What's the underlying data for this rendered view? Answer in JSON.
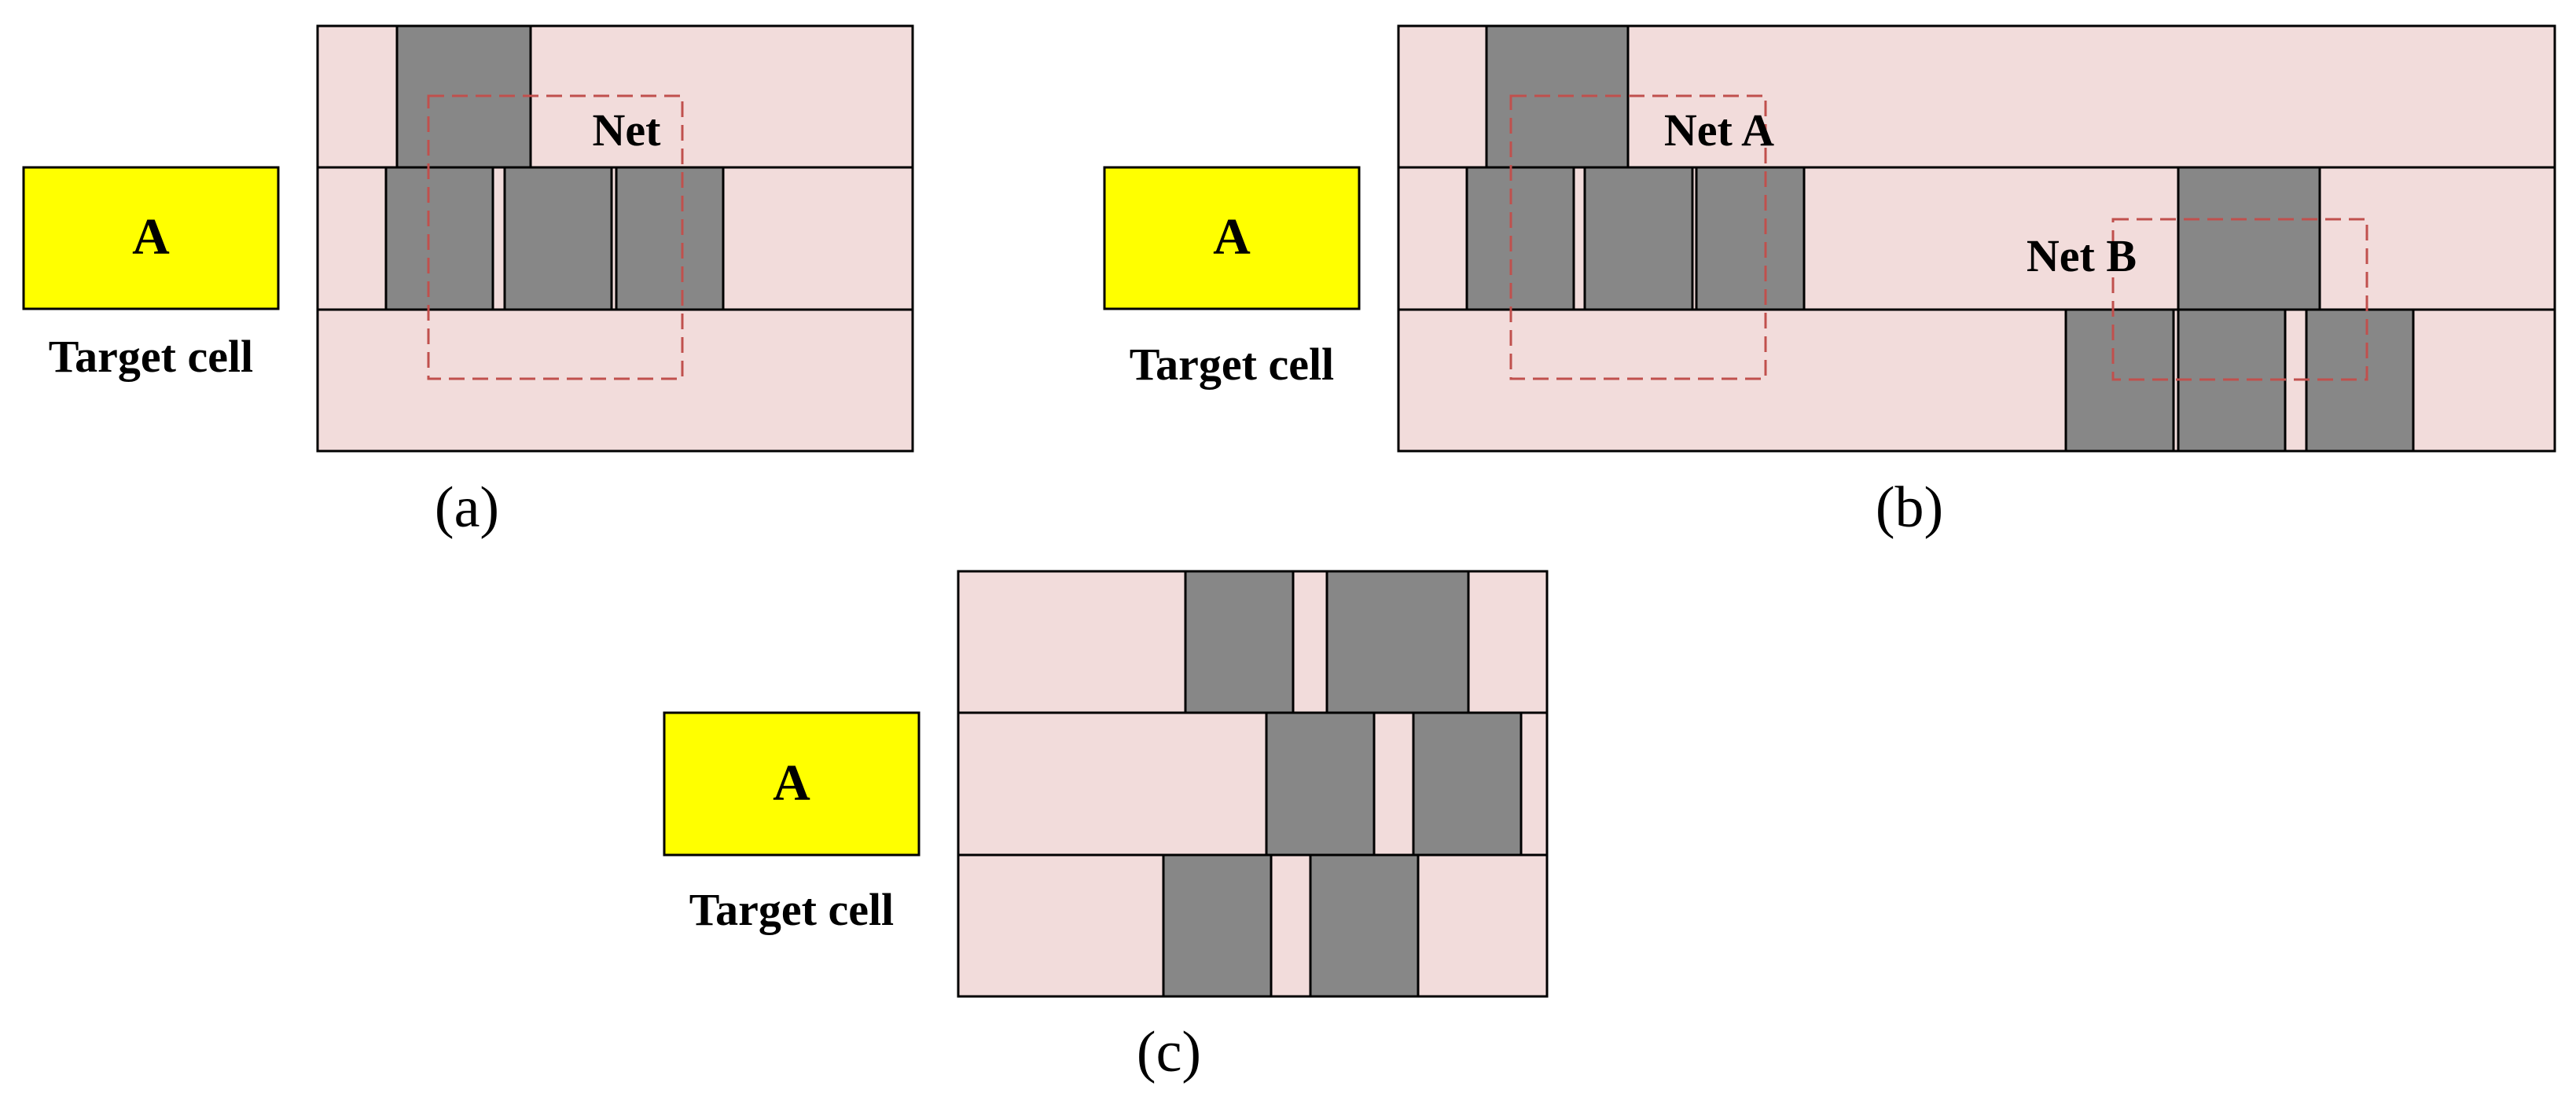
{
  "colors": {
    "row_fill": "#f2dcdb",
    "cell_fill": "#878787",
    "target_fill": "#ffff00",
    "net_box": "#c0504d",
    "stroke": "#000000"
  },
  "panels": [
    {
      "id": "a",
      "caption": "(a)",
      "target_cell": {
        "letter": "A",
        "label": "Target cell"
      },
      "nets": [
        {
          "name": "Net"
        }
      ]
    },
    {
      "id": "b",
      "caption": "(b)",
      "target_cell": {
        "letter": "A",
        "label": "Target cell"
      },
      "nets": [
        {
          "name": "Net A"
        },
        {
          "name": "Net B"
        }
      ]
    },
    {
      "id": "c",
      "caption": "(c)",
      "target_cell": {
        "letter": "A",
        "label": "Target cell"
      },
      "nets": []
    }
  ]
}
